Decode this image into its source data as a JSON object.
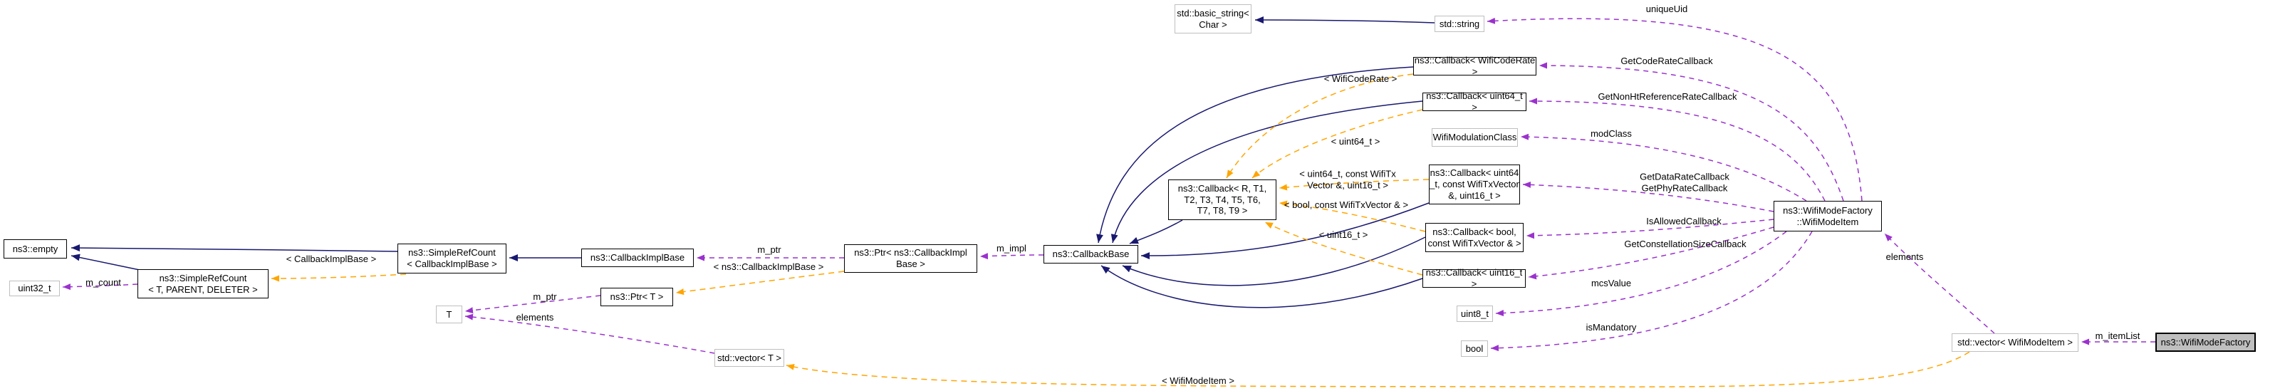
{
  "nodes": {
    "empty": "ns3::empty",
    "uint32_t": "uint32_t",
    "simple_ref_count_t": "ns3::SimpleRefCount\n< T, PARENT, DELETER >",
    "simple_ref_count_cib": "ns3::SimpleRefCount\n< CallbackImplBase >",
    "callback_impl_base": "ns3::CallbackImplBase",
    "t": "T",
    "ptr_t": "ns3::Ptr< T >",
    "vector_t": "std::vector< T >",
    "ptr_callback_impl_base": "ns3::Ptr< ns3::CallbackImpl\nBase >",
    "callback_base": "ns3::CallbackBase",
    "callback_template": "ns3::Callback< R, T1,\nT2, T3, T4, T5, T6,\nT7, T8, T9 >",
    "basic_string": "std::basic_string<\nChar >",
    "string": "std::string",
    "callback_wificoderate": "ns3::Callback< WifiCodeRate >",
    "callback_uint64": "ns3::Callback< uint64_t >",
    "wifi_modulation_class": "WifiModulationClass",
    "callback_uint64_wtv": "ns3::Callback< uint64\n_t, const WifiTxVector\n&, uint16_t >",
    "callback_bool_wtv": "ns3::Callback< bool,\nconst WifiTxVector & >",
    "callback_uint16": "ns3::Callback< uint16_t >",
    "uint8_t": "uint8_t",
    "bool": "bool",
    "wifi_mode_item": "ns3::WifiModeFactory\n::WifiModeItem",
    "vector_wifimodeitem": "std::vector< WifiModeItem >",
    "wifi_mode_factory": "ns3::WifiModeFactory"
  },
  "edge_labels": {
    "m_count": "m_count",
    "template_callbackimplbase": "< CallbackImplBase >",
    "m_ptr_t": "m_ptr",
    "elements_t": "elements",
    "m_ptr_impl": "m_ptr",
    "template_ns3_callbackimplbase": "< ns3::CallbackImplBase >",
    "m_impl": "m_impl",
    "template_wificoderate": "< WifiCodeRate >",
    "template_uint64": "< uint64_t >",
    "template_uint64_wtv": "< uint64_t, const WifiTx\nVector &, uint16_t >",
    "template_bool_wtv": "< bool, const WifiTxVector & >",
    "template_uint16": "< uint16_t >",
    "template_wifimodeitem": "< WifiModeItem >",
    "unique_uid": "uniqueUid",
    "get_code_rate": "GetCodeRateCallback",
    "get_non_ht_reference_rate": "GetNonHtReferenceRateCallback",
    "mod_class": "modClass",
    "get_data_rate_phy_rate": "GetDataRateCallback\nGetPhyRateCallback",
    "is_allowed": "IsAllowedCallback",
    "get_constellation_size": "GetConstellationSizeCallback",
    "mcs_value": "mcsValue",
    "is_mandatory": "isMandatory",
    "elements_wifimodeitem": "elements",
    "m_item_list": "m_itemList"
  },
  "colors": {
    "inheritance_edge": "#191970",
    "usage_edge": "#9a32cd",
    "template_edge": "#ffa500",
    "node_border": "#000000",
    "external_node_border": "#bfbfbf",
    "highlight_node_fill": "#bfbfbf",
    "background": "#ffffff"
  }
}
